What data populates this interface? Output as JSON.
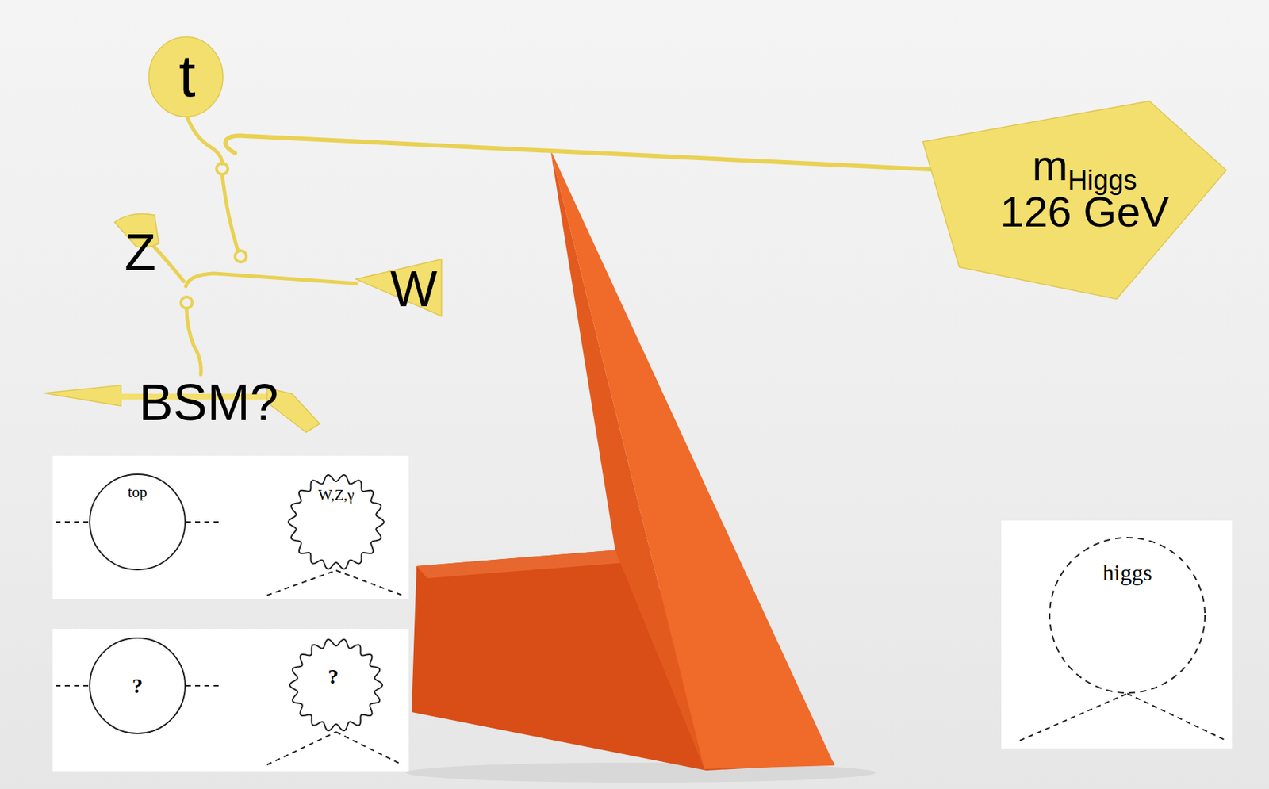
{
  "diagram": {
    "nodes": [
      {
        "text": [
          "t"
        ]
      },
      {
        "text": [
          "Z"
        ]
      },
      {
        "text": [
          "W"
        ]
      },
      {
        "text": [
          "BSM?"
        ]
      },
      {
        "text": [
          "m",
          "Higgs",
          "126 GeV"
        ]
      },
      {
        "text": [
          "top"
        ]
      },
      {
        "text": [
          "W,Z,γ"
        ]
      },
      {
        "text": [
          "?"
        ]
      },
      {
        "text": [
          "?"
        ]
      },
      {
        "text": [
          "higgs"
        ]
      }
    ]
  }
}
